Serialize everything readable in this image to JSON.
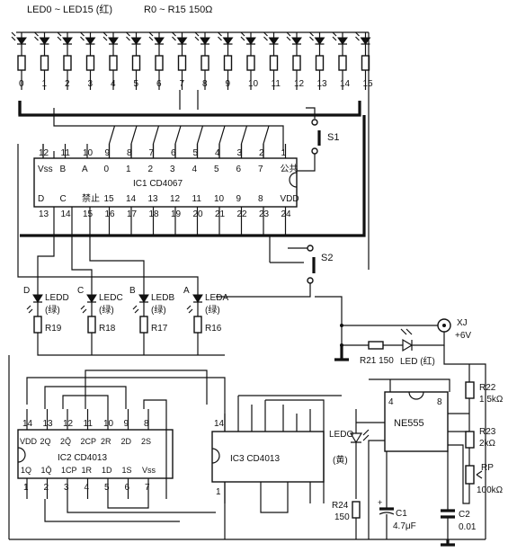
{
  "header": {
    "led_group": "LED0 ~ LED15 (红)",
    "res_group": "R0 ~ R15  150Ω"
  },
  "top_leds": [
    "0",
    "1",
    "2",
    "3",
    "4",
    "5",
    "6",
    "7",
    "8",
    "9",
    "10",
    "11",
    "12",
    "13",
    "14",
    "15"
  ],
  "ic1": {
    "name": "IC1  CD4067",
    "top_pins": [
      "12",
      "11",
      "10",
      "9",
      "8",
      "7",
      "6",
      "5",
      "4",
      "3",
      "2",
      "1"
    ],
    "top_labels": [
      "Vss",
      "B",
      "A",
      "0",
      "1",
      "2",
      "3",
      "4",
      "5",
      "6",
      "7",
      "公共"
    ],
    "bottom_labels": [
      "D",
      "C",
      "禁止",
      "15",
      "14",
      "13",
      "12",
      "11",
      "10",
      "9",
      "8",
      "VDD"
    ],
    "bottom_pins": [
      "13",
      "14",
      "15",
      "16",
      "17",
      "18",
      "19",
      "20",
      "21",
      "22",
      "23",
      "24"
    ]
  },
  "switches": {
    "s1": "S1",
    "s2": "S2"
  },
  "mid_leds": [
    {
      "letter": "D",
      "name": "LEDD",
      "color": "(绿)",
      "res": "R19"
    },
    {
      "letter": "C",
      "name": "LEDC",
      "color": "(绿)",
      "res": "R18"
    },
    {
      "letter": "B",
      "name": "LEDB",
      "color": "(绿)",
      "res": "R17"
    },
    {
      "letter": "A",
      "name": "LEDA",
      "color": "(绿)",
      "res": "R16"
    }
  ],
  "power": {
    "jack": "XJ",
    "voltage": "+6V",
    "r21": "R21 150",
    "led_red": "LED (红)"
  },
  "ic2": {
    "name": "IC2  CD4013",
    "top_pins": [
      "14",
      "13",
      "12",
      "11",
      "10",
      "9",
      "8"
    ],
    "top_labels": [
      "VDD",
      "2Q",
      "2Q̄",
      "2CP",
      "2R",
      "2D",
      "2S"
    ],
    "bottom_labels": [
      "1Q",
      "1Q̄",
      "1CP",
      "1R",
      "1D",
      "1S",
      "Vss"
    ],
    "bottom_pins": [
      "1",
      "2",
      "3",
      "4",
      "5",
      "6",
      "7"
    ]
  },
  "ic3": {
    "name": "IC3  CD4013",
    "pin_top": "14",
    "pin_bottom": "1"
  },
  "ne555": {
    "name": "NE555",
    "pin4": "4",
    "pin8": "8"
  },
  "led_o": {
    "name": "LEDO",
    "color": "(黄)"
  },
  "parts": {
    "r22": "R22",
    "r22v": "1.5kΩ",
    "r23": "R23",
    "r23v": "2kΩ",
    "rp": "RP",
    "rpv": "100kΩ",
    "r24": "R24",
    "r24v": "150",
    "c1": "C1",
    "c1v": "4.7μF",
    "c2": "C2",
    "c2v": "0.01"
  }
}
